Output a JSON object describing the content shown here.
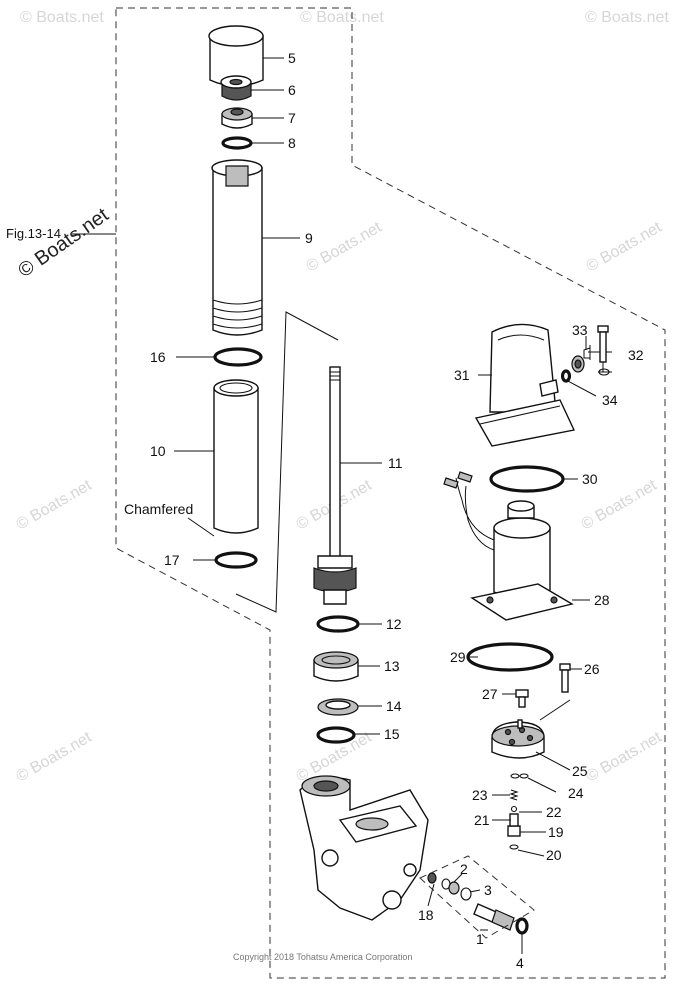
{
  "figure_ref": "Fig.13-14",
  "watermark_main": "© Boats.net",
  "watermark_repeat": "© Boats.net",
  "note_chamfered": "Chamfered",
  "copyright": "Copyright 2018 Tohatsu America Corporation",
  "part_numbers": {
    "p1": "1",
    "p2": "2",
    "p3": "3",
    "p4": "4",
    "p5": "5",
    "p6": "6",
    "p7": "7",
    "p8": "8",
    "p9": "9",
    "p10": "10",
    "p11": "11",
    "p12": "12",
    "p13": "13",
    "p14": "14",
    "p15": "15",
    "p16": "16",
    "p17": "17",
    "p18": "18",
    "p19": "19",
    "p20": "20",
    "p21": "21",
    "p22": "22",
    "p23": "23",
    "p24": "24",
    "p25": "25",
    "p26": "26",
    "p27": "27",
    "p28": "28",
    "p29": "29",
    "p30": "30",
    "p31": "31",
    "p32": "32",
    "p33": "33",
    "p34": "34"
  }
}
